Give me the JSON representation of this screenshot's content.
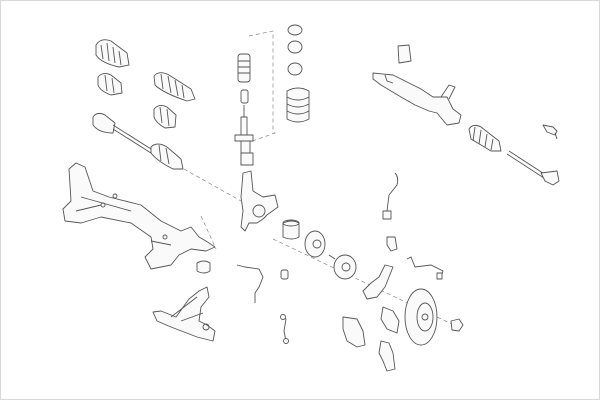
{
  "diagram": {
    "type": "exploded-parts-diagram",
    "colors": {
      "line": "#555555",
      "background": "#ffffff",
      "part_fill": "#fafafa"
    },
    "parts": [
      "drive-shaft-boots",
      "drive-shaft",
      "strut",
      "top-mounts",
      "coil-spring",
      "steering-knuckle",
      "wheel-bearing",
      "wheel-hub",
      "subframe",
      "lower-control-arm",
      "steering-rack",
      "tie-rod",
      "tie-rod-end",
      "abs-sensor",
      "brake-hose",
      "splash-shield",
      "brake-disc",
      "brake-caliper",
      "brake-pads",
      "stabilizer-link"
    ]
  }
}
